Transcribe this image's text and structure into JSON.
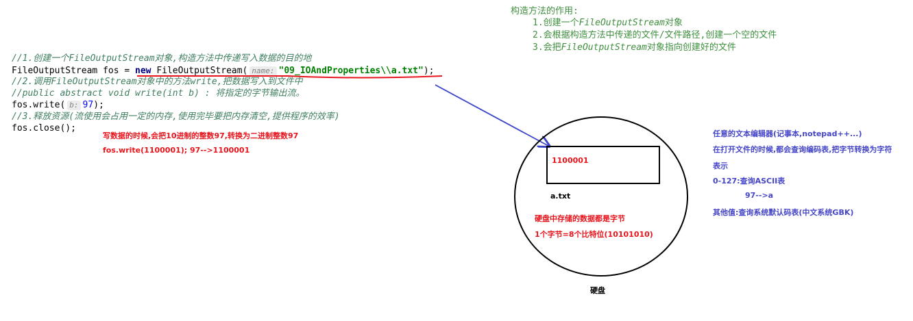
{
  "code": {
    "comment1_a": "//1.创建一个",
    "comment1_b": "FileOutputStream",
    "comment1_c": "对象,构造方法中传递写入数据的目的地",
    "line2_a": "FileOutputStream fos = ",
    "line2_kw": "new",
    "line2_b": " FileOutputStream(",
    "line2_hint": "name:",
    "line2_str": "\"09_IOAndProperties\\\\a.txt\"",
    "line2_end": ");",
    "comment2_a": "//2.调用",
    "comment2_b": "FileOutputStream",
    "comment2_c": "对象中的方法",
    "comment2_d": "write",
    "comment2_e": ",把数据写入到文件中",
    "comment3": "//public abstract void write(int b) : 将指定的字节输出流。",
    "line5_a": "fos.write(",
    "line5_hint": "b:",
    "line5_num": "97",
    "line5_end": ");",
    "comment4": "//3.释放资源(流使用会占用一定的内存,使用完毕要把内存清空,提供程序的效率)",
    "line7": "fos.close();"
  },
  "red_notes": {
    "line1": "写数据的时候,会把10进制的整数97,转换为二进制整数97",
    "line2": "fos.write(1100001); 97-->1100001"
  },
  "constructor_notes": {
    "title": "构造方法的作用:",
    "item1_a": "1.创建一个",
    "item1_b": "FileOutputStream",
    "item1_c": "对象",
    "item2": "2.会根据构造方法中传递的文件/文件路径,创建一个空的文件",
    "item3_a": "3.会把",
    "item3_b": "FileOutputStream",
    "item3_c": "对象指向创建好的文件"
  },
  "disk": {
    "file_content": "1100001",
    "file_name": "a.txt",
    "note1": "硬盘中存储的数据都是字节",
    "note2": "1个字节=8个比特位(10101010)",
    "label": "硬盘"
  },
  "blue_notes": {
    "line1": "任意的文本编辑器(记事本,notepad++...)",
    "line2": "在打开文件的时候,都会查询编码表,把字节转换为字符",
    "line3": "表示",
    "line4": "0-127:查询ASCII表",
    "line5": "97-->a",
    "line6": "其他值:查询系统默认码表(中文系统GBK)"
  },
  "colors": {
    "comment": "#3f7f5f",
    "keyword": "#000080",
    "string": "#008000",
    "red_note": "#e8141c",
    "blue_note": "#4545c8",
    "arrow": "#3a46c8",
    "underline": "#e8141c"
  }
}
